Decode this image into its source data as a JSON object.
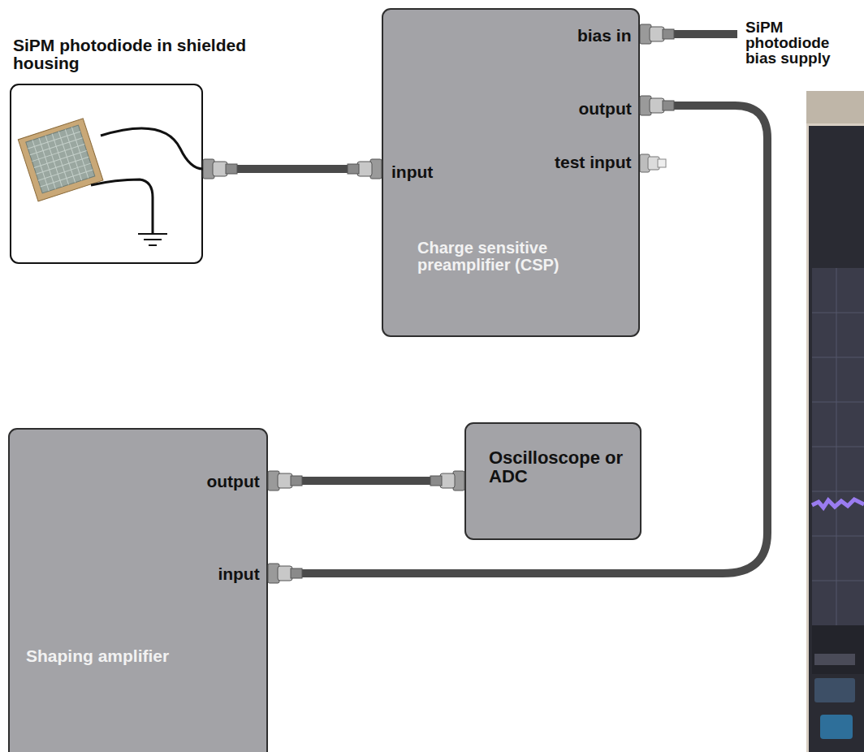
{
  "diagram": {
    "nodes": [
      {
        "text": [
          "SiPM photodiode in shielded housing"
        ]
      },
      {
        "text": [
          "bias in",
          "output",
          "test input",
          "input",
          "Charge sensitive preamplifier (CSP)"
        ]
      },
      {
        "text": [
          "output",
          "input",
          "Shaping amplifier"
        ]
      },
      {
        "text": [
          "Oscilloscope or ADC"
        ]
      }
    ],
    "edges": [
      {
        "from": 0,
        "to": 1,
        "arrow": "none"
      },
      {
        "from": 1,
        "to": 2,
        "arrow": "none"
      },
      {
        "from": 2,
        "to": 3,
        "arrow": "none"
      }
    ],
    "labels": [
      "SiPM photodiode bias supply"
    ]
  }
}
